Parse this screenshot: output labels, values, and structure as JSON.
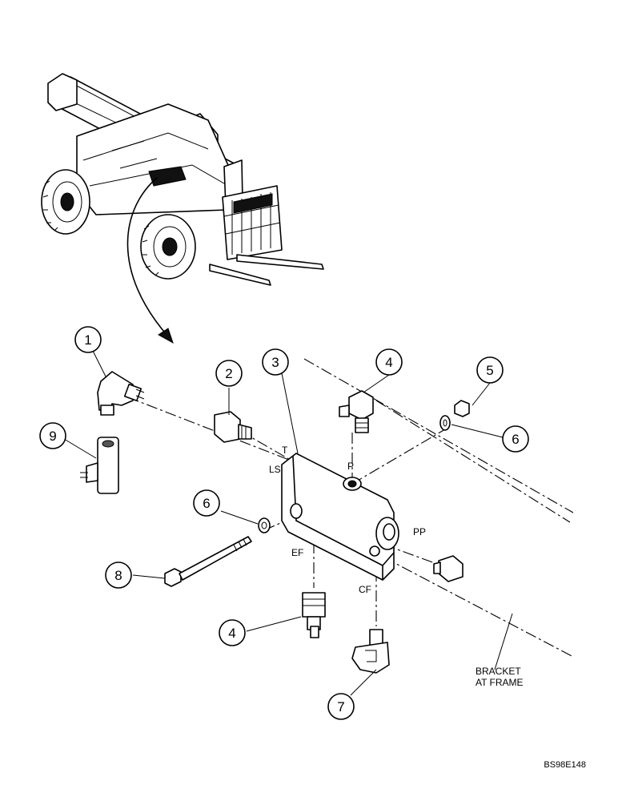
{
  "callouts": {
    "c1": "1",
    "c2": "2",
    "c3": "3",
    "c4a": "4",
    "c4b": "4",
    "c5": "5",
    "c6a": "6",
    "c6b": "6",
    "c7": "7",
    "c8": "8",
    "c9": "9"
  },
  "ports": {
    "t": "T",
    "ls": "LS",
    "p": "P",
    "pp": "PP",
    "ef": "EF",
    "cf": "CF"
  },
  "note": {
    "line1": "BRACKET",
    "line2": "AT FRAME"
  },
  "reference_code": "BS98E148",
  "icons": {
    "machine": "telehandler-forklift-icon",
    "valve": "priority-valve-block-icon"
  }
}
